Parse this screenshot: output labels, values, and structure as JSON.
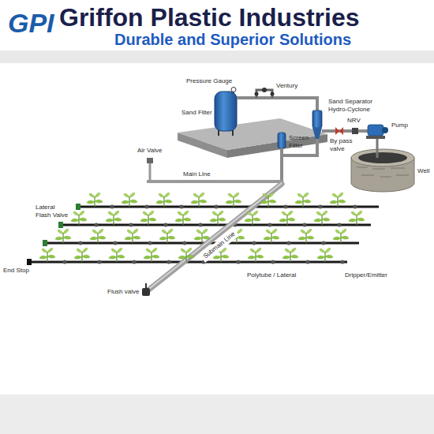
{
  "diagram": {
    "title": "Griffon Plastic Industries",
    "labels": [
      "GPI",
      "Durable and Superior Solutions",
      "Pressure Gauge",
      "Ventury",
      "Sand Filter",
      "Sand Separator Hydro-Cyclone",
      "NRV",
      "Screen Filter",
      "By pass valve",
      "Pump",
      "Air Valve",
      "Well",
      "Main Line",
      "Lateral Flash Valve",
      "End Stop",
      "Submain Line",
      "Flush valve",
      "Polytube / Lateral",
      "Dripper/Emitter"
    ]
  }
}
